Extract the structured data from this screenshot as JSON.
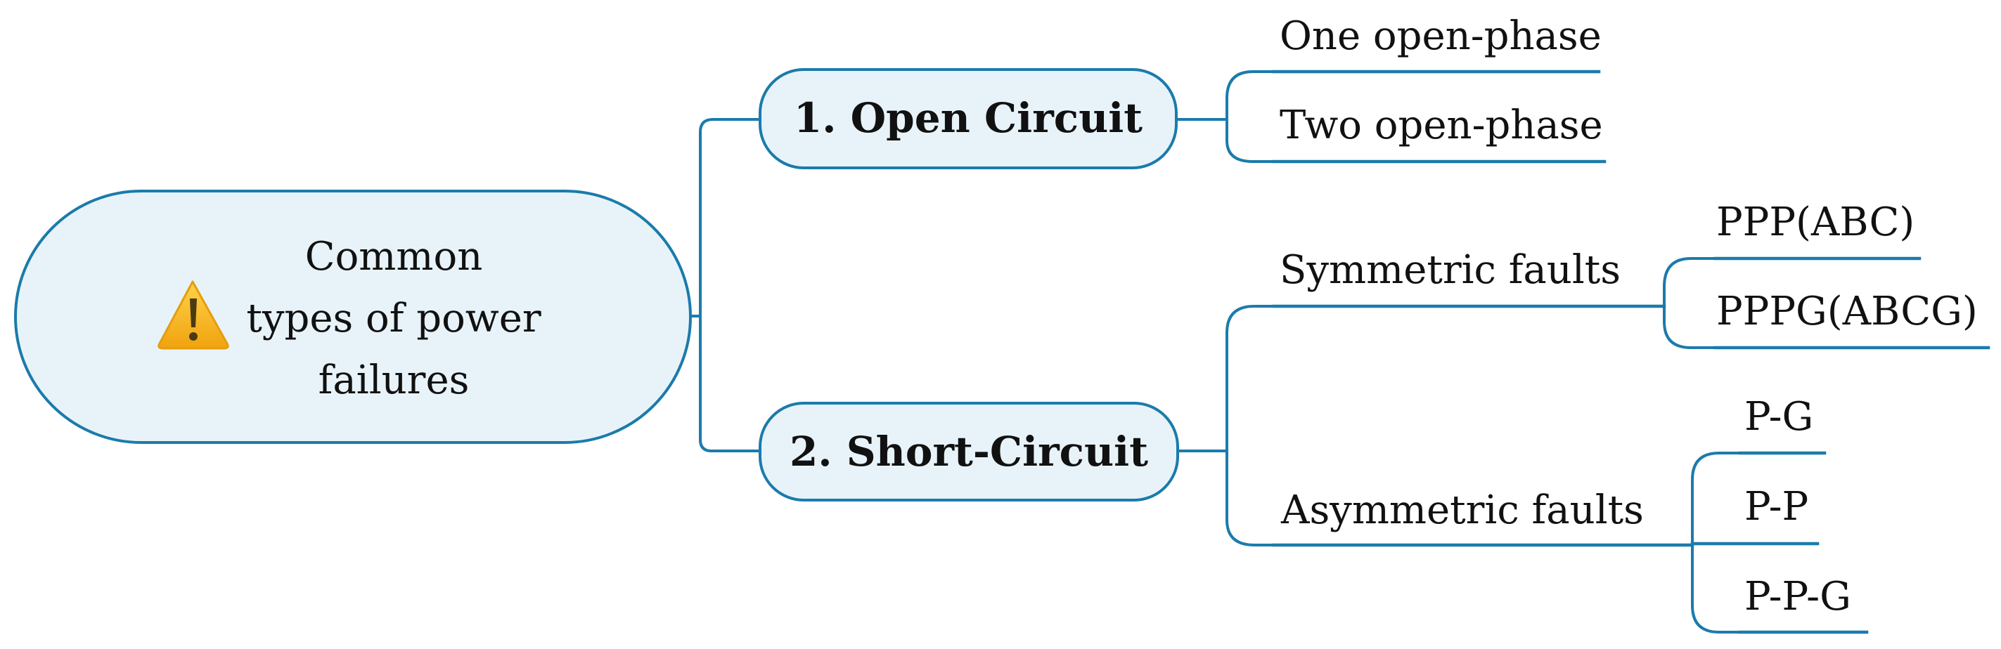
{
  "root": {
    "lines": [
      "Common",
      "types of power",
      "failures"
    ],
    "icon": "warning-icon"
  },
  "branches": [
    {
      "label": "1. Open Circuit",
      "children": [
        "One open-phase",
        "Two open-phase"
      ]
    },
    {
      "label": "2. Short-Circuit",
      "groups": [
        {
          "label": "Symmetric faults",
          "children": [
            "PPP(ABC)",
            "PPPG(ABCG)"
          ]
        },
        {
          "label": "Asymmetric faults",
          "children": [
            "P-G",
            "P-P",
            "P-P-G"
          ]
        }
      ]
    }
  ],
  "colors": {
    "stroke": "#1b7bab",
    "fill": "#e8f3f9",
    "warning": "#f5b21a"
  }
}
